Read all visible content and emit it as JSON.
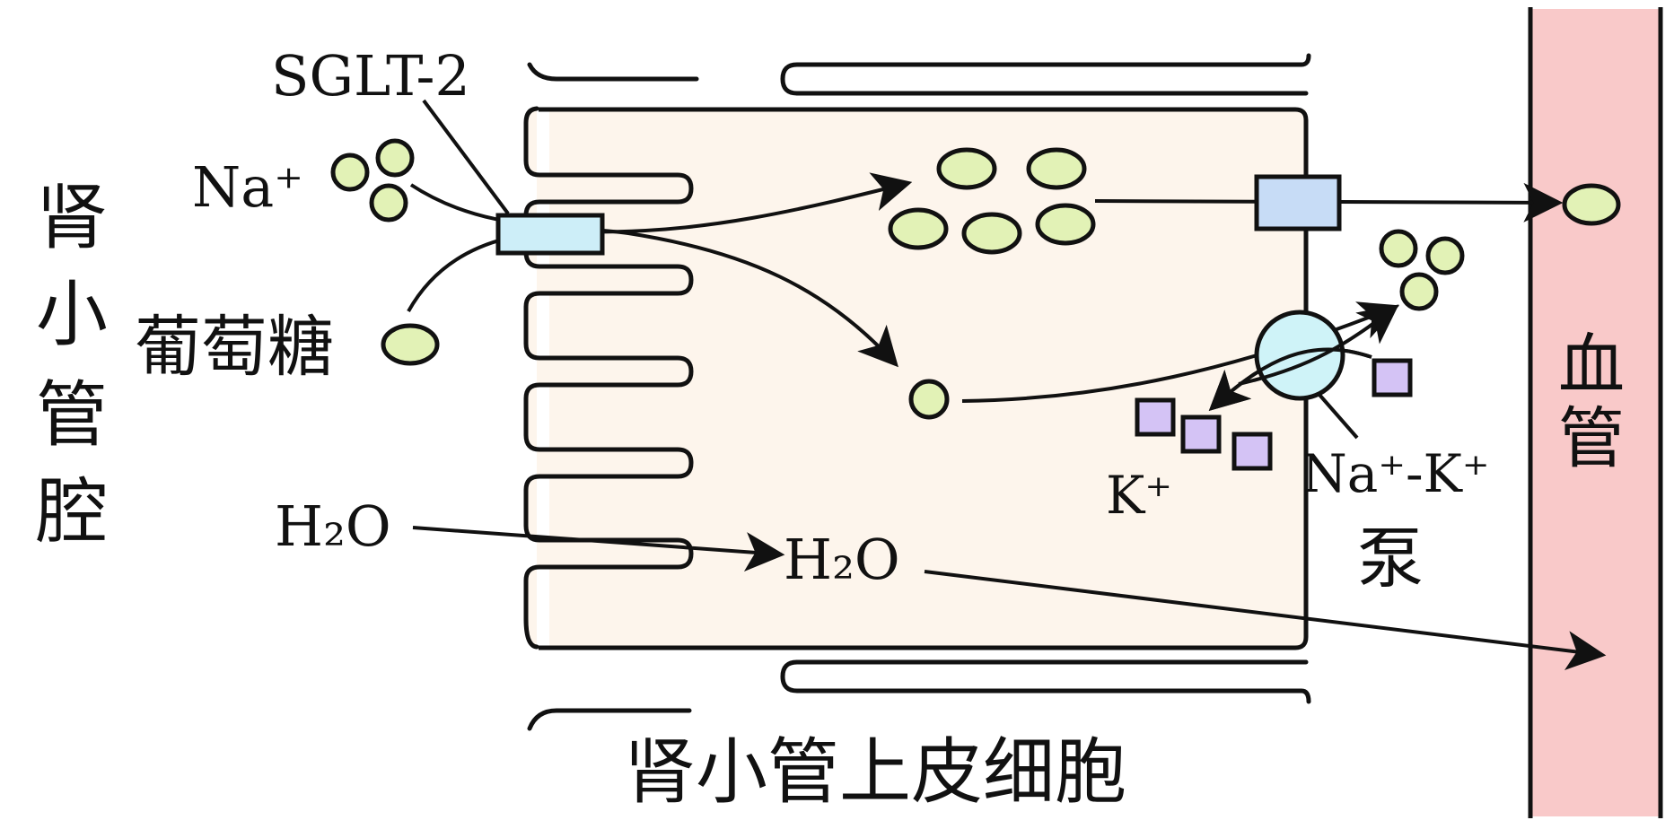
{
  "labels": {
    "sglt2": "SGLT-2",
    "na_plus": "Na⁺",
    "glucose": "葡萄糖",
    "lumen": [
      "肾",
      "小",
      "管",
      "腔"
    ],
    "h2o_left": "H₂O",
    "h2o_mid": "H₂O",
    "k_plus": "K⁺",
    "pump_line1": "Na⁺-K⁺",
    "pump_line2": "泵",
    "blood_vessel": [
      "血",
      "管"
    ],
    "cell": "肾小管上皮细胞"
  },
  "colors": {
    "cell_fill": "#fdf5ec",
    "vessel_fill": "#f9c9c9",
    "particle_fill": "#e2f2b6",
    "k_fill": "#d4c3f5",
    "sglt2_fill": "#cdeef8",
    "glut_fill": "#c7dcf6",
    "pump_fill": "#cff3f8",
    "stroke": "#111111"
  }
}
